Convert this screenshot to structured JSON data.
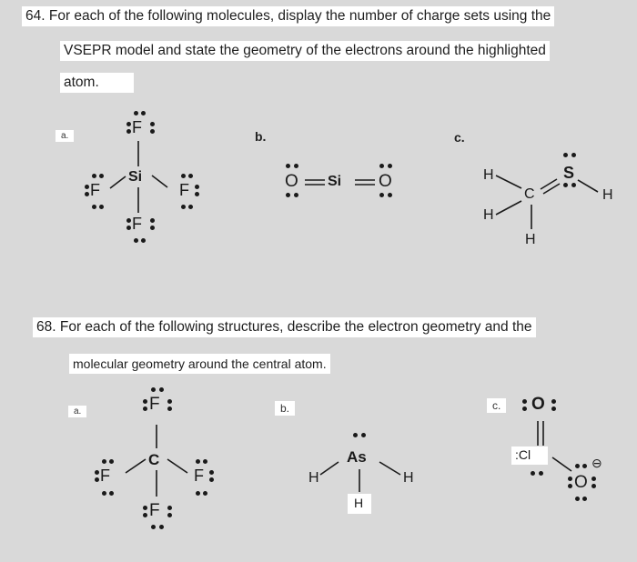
{
  "q64": {
    "line1": "64. For each of the following molecules, display the number of charge sets using the",
    "line2": "VSEPR model and state the geometry of the electrons around the highlighted",
    "line3": "atom.",
    "labels": {
      "a": "a.",
      "b": "b.",
      "c": "c."
    },
    "mol_a": {
      "center": "Si",
      "ligand": "F"
    },
    "mol_b": {
      "center": "Si",
      "ligand": "O"
    },
    "mol_c": {
      "center": "C",
      "s": "S",
      "h": "H"
    }
  },
  "q68": {
    "line1": "68. For each of the following structures, describe the electron geometry and the",
    "line2": "molecular geometry around the central atom.",
    "labels": {
      "a": "a.",
      "b": "b.",
      "c": "c."
    },
    "mol_a": {
      "center": "C",
      "ligand": "F"
    },
    "mol_b": {
      "center": "As",
      "h": "H"
    },
    "mol_c": {
      "o": "O",
      "cl": ":Cl",
      "minus": "⊖"
    }
  },
  "colors": {
    "background": "#d9d9d9",
    "text_box": "#ffffff",
    "ink": "#1a1a1a"
  }
}
